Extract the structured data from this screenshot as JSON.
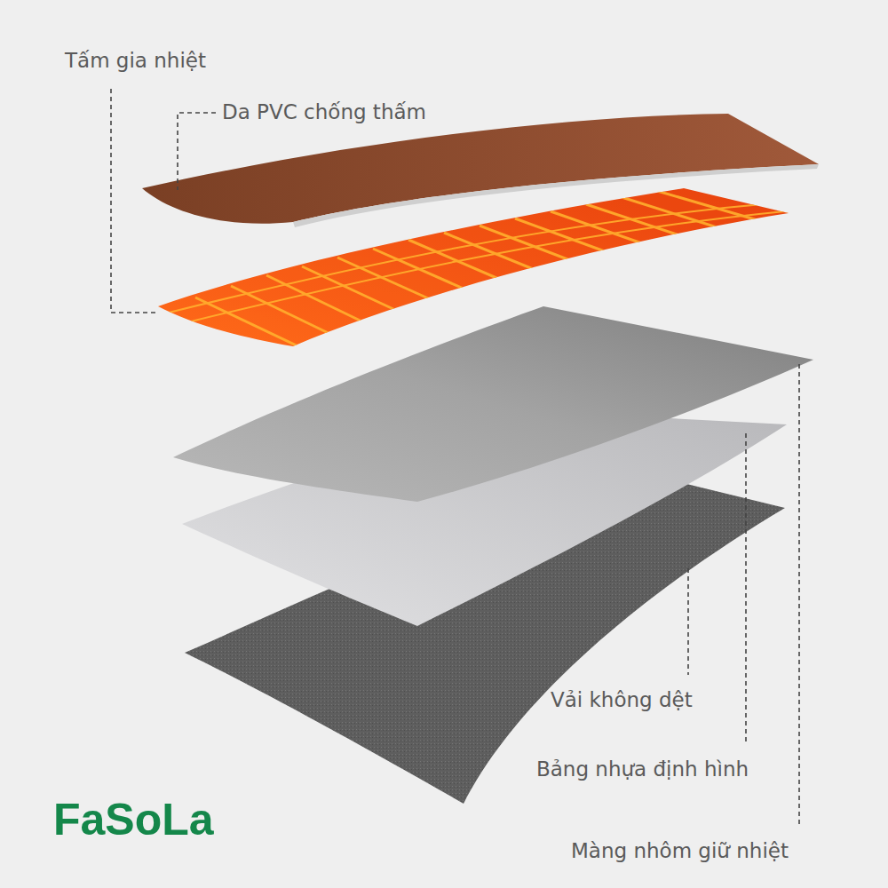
{
  "diagram": {
    "labels": [
      "Tấm gia nhiệt",
      "Da PVC chống thấm",
      "Vải không dệt",
      "Bảng nhựa định hình",
      "Màng nhôm giữ nhiệt",
      "FaSoLa"
    ]
  }
}
